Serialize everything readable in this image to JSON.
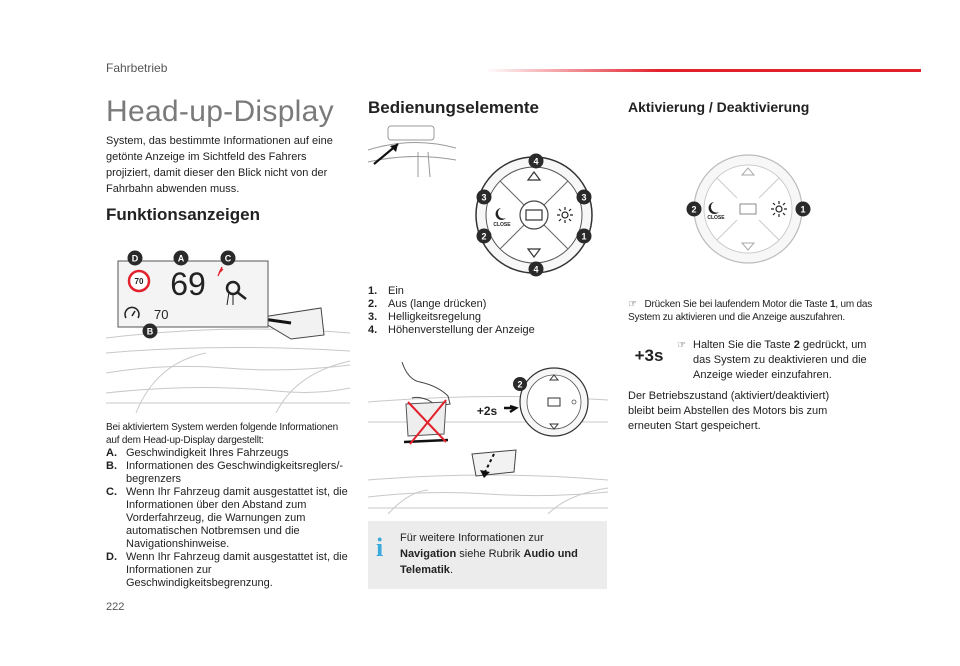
{
  "header": {
    "section": "Fahrbetrieb"
  },
  "page_number": "222",
  "left": {
    "title": "Head-up-Display",
    "intro": "System, das bestimmte Informationen auf eine getönte Anzeige im Sichtfeld des Fahrers projiziert, damit dieser den Blick nicht von der Fahrbahn abwenden muss.",
    "subtitle": "Funktionsanzeigen",
    "display": {
      "speed": "69",
      "speed_limit_sign": "70",
      "cruise_value": "70",
      "letters": [
        "D",
        "A",
        "C",
        "B"
      ]
    },
    "lead": "Bei aktiviertem System werden folgende Informationen auf dem Head-up-Display dargestellt:",
    "items": [
      {
        "key": "A.",
        "text": "Geschwindigkeit Ihres Fahrzeugs"
      },
      {
        "key": "B.",
        "text": "Informationen des Geschwindigkeitsreglers/-begrenzers"
      },
      {
        "key": "C.",
        "text": "Wenn Ihr Fahrzeug damit ausgestattet ist, die Informationen über den Abstand zum Vorderfahrzeug, die Warnungen zum automatischen Notbremsen und die Navigationshinweise."
      },
      {
        "key": "D.",
        "text": "Wenn Ihr Fahrzeug damit ausgestattet ist, die Informationen zur Geschwindigkeitsbegrenzung."
      }
    ]
  },
  "middle": {
    "title": "Bedienungselemente",
    "control_labels": {
      "close": "CLOSE",
      "badges": [
        "4",
        "3",
        "3",
        "2",
        "1",
        "4"
      ]
    },
    "items": [
      {
        "key": "1.",
        "text": "Ein"
      },
      {
        "key": "2.",
        "text": "Aus (lange drücken)"
      },
      {
        "key": "3.",
        "text": "Helligkeitsregelung"
      },
      {
        "key": "4.",
        "text": "Höhenverstellung der Anzeige"
      }
    ],
    "press_label": "+2s",
    "press_badge": "2",
    "info": {
      "prefix": "Für weitere Informationen zur",
      "nav": "Navigation",
      "mid": "siehe Rubrik",
      "rubric": "Audio und Telematik",
      "suffix": "."
    }
  },
  "right": {
    "title": "Aktivierung / Deaktivierung",
    "badges": [
      "2",
      "1"
    ],
    "bullet1": {
      "a": "Drücken Sie bei laufendem Motor die Taste",
      "key": "1",
      "b": ", um das System zu aktivieren und die Anzeige auszufahren."
    },
    "hold_label": "+3s",
    "bullet2": {
      "a": "Halten Sie die Taste",
      "key": "2",
      "b": "gedrückt, um das System zu deaktivieren und die Anzeige wieder einzufahren."
    },
    "note": "Der Betriebszustand (aktiviert/deaktiviert) bleibt beim Abstellen des Motors bis zum erneuten Start gespeichert."
  },
  "colors": {
    "accent_red": "#e2212d",
    "dark_badge": "#2a2a2a",
    "info_blue": "#3aa9dc",
    "callout_bg": "#ececec"
  }
}
